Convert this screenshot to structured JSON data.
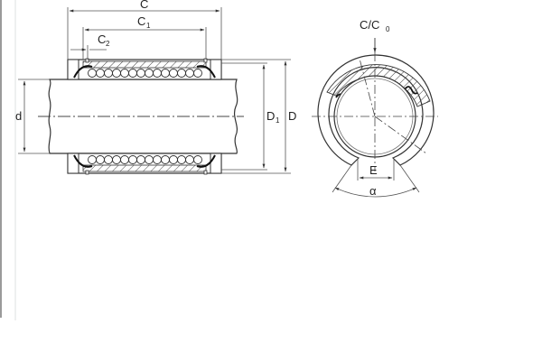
{
  "figure": {
    "title": "Linear ball bearing, open type — dimensional drawing",
    "side_view": {
      "labels": {
        "overall_length": "C",
        "retaining_ring_span_main": "C",
        "retaining_ring_span_sub": "1",
        "groove_offset_main": "C",
        "groove_offset_sub": "2",
        "shaft_diameter": "d",
        "groove_diameter_main": "D",
        "groove_diameter_sub": "1",
        "outer_diameter": "D"
      }
    },
    "end_view": {
      "labels": {
        "load_rating_main": "C/C",
        "load_rating_sub": "0",
        "slot_width": "E",
        "opening_angle": "α"
      }
    }
  },
  "colors": {
    "line": "#333333",
    "dim_line": "#555555",
    "left_bar": "#9a9a9a",
    "left_line": "#eef0f0"
  }
}
